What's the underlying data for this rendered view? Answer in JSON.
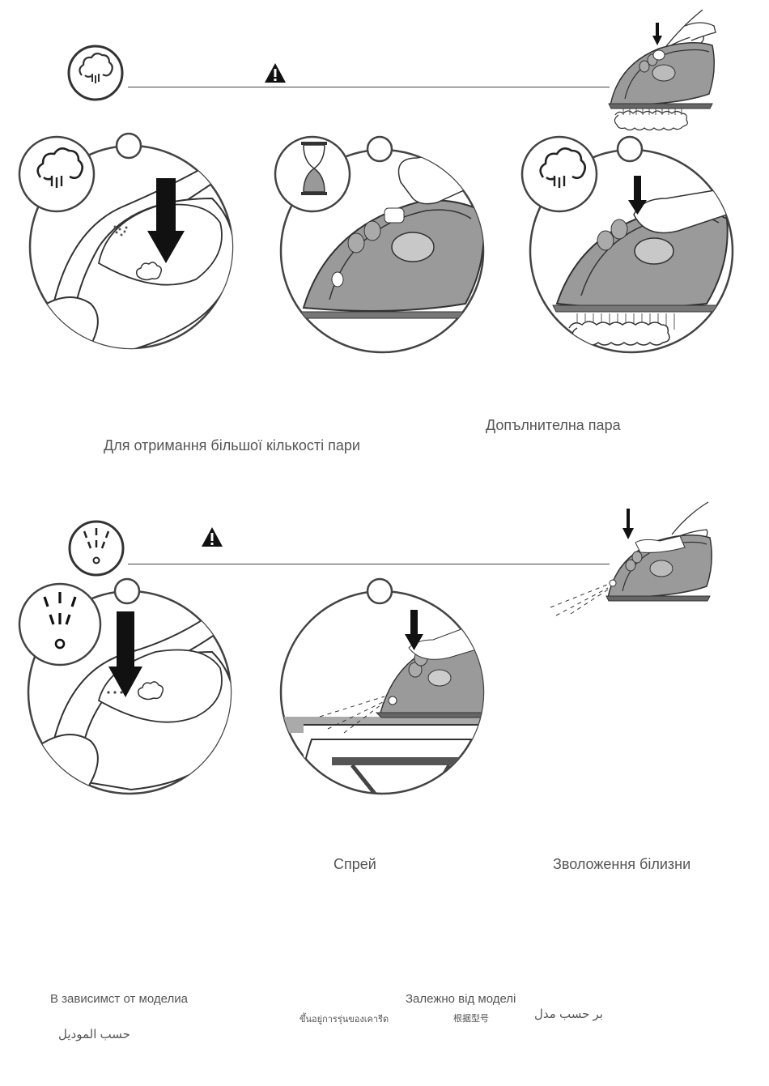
{
  "section_steam": {
    "steam_symbol": "steam-cloud-icon",
    "warning_symbol": "warning-triangle-icon",
    "steps": [
      {
        "number": "",
        "icon": "steam-cloud-icon"
      },
      {
        "number": "",
        "icon": "hourglass-icon"
      },
      {
        "number": "",
        "icon": "steam-cloud-icon"
      }
    ],
    "caption_uk": "Для отримання більшої кількості пари",
    "caption_bg": "Допълнителна пара"
  },
  "section_spray": {
    "spray_symbol": "spray-icon",
    "warning_symbol": "warning-triangle-icon",
    "steps": [
      {
        "number": "",
        "icon": "spray-icon"
      },
      {
        "number": "",
        "icon": "spray-iron-icon"
      }
    ],
    "caption_bg": "Спрей",
    "caption_uk": "Зволоження білизни"
  },
  "footer": {
    "depends_bg": "В зависимст от моделиа",
    "depends_uk": "Залежно від моделі",
    "depends_th": "ขึ้นอยู่การรุ่นของเคารีด",
    "depends_zh": "根据型号",
    "depends_fa": "بر حسب مدل",
    "depends_ar": "حسب الموديل"
  },
  "colors": {
    "line": "#444444",
    "fill_gray": "#9a9a9a",
    "fill_dark": "#1a1a1a"
  }
}
